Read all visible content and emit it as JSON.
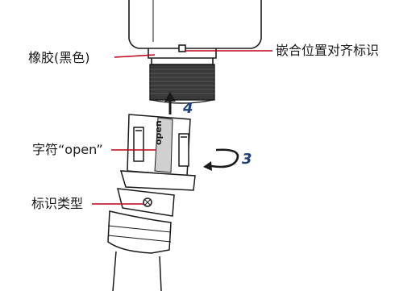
{
  "labels": {
    "rubber": "橡胶(黑色)",
    "alignment": "嵌合位置对齐标识",
    "text_open": "字符“open”",
    "type_mark": "标识类型"
  },
  "steps": {
    "unlock_step": "3",
    "pull_step": "4"
  },
  "product_text": "open",
  "colors": {
    "leader_line": "#c0001a",
    "step_number": "#1f3f78",
    "outline": "#1a1a1a",
    "rubber_fill": "#3a3a3a",
    "highlight_band": "#d0d0d0"
  }
}
